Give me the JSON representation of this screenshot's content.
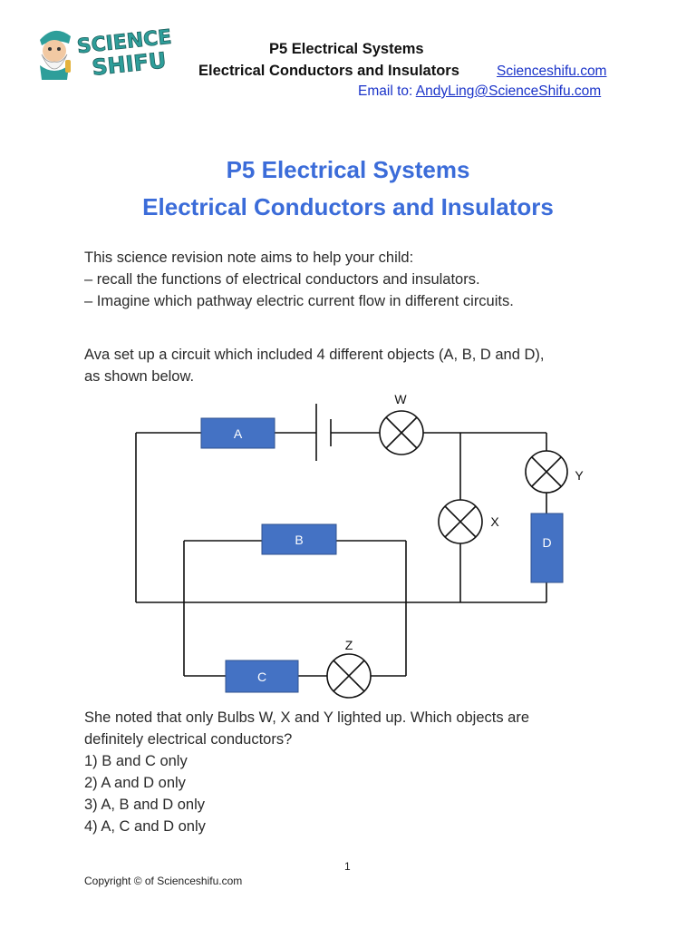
{
  "header": {
    "line1": "P5 Electrical Systems",
    "line2": "Electrical Conductors and Insulators",
    "site": "Scienceshifu.com",
    "email_prefix": "Email to: ",
    "email": "AndyLing@ScienceShifu.com",
    "logo_text_1": "SCIENCE",
    "logo_text_2": "SHIFU"
  },
  "title": {
    "line1": "P5 Electrical Systems",
    "line2": "Electrical Conductors and Insulators"
  },
  "intro": {
    "line1": "This science revision note aims to help your child:",
    "line2": "–  recall the functions of electrical conductors and insulators.",
    "line3": "– Imagine which pathway electric current flow in different circuits."
  },
  "question": {
    "setup1": "Ava set up a circuit which included 4 different objects (A, B, D and D),",
    "setup2": "as shown below.",
    "prompt1": "She noted that only Bulbs W, X and Y lighted up. Which objects are",
    "prompt2": "definitely electrical conductors?",
    "options": [
      "1) B and C only",
      "2) A and D only",
      "3) A, B and D only",
      "4) A, C and D only"
    ]
  },
  "diagram": {
    "objects": {
      "a": "A",
      "b": "B",
      "c": "C",
      "d": "D"
    },
    "bulbs": {
      "w": "W",
      "x": "X",
      "y": "Y",
      "z": "Z"
    },
    "box_color": "#4472c4",
    "box_text_color": "#ffffff"
  },
  "footer": {
    "page": "1",
    "copyright": "Copyright © of Scienceshifu.com"
  }
}
